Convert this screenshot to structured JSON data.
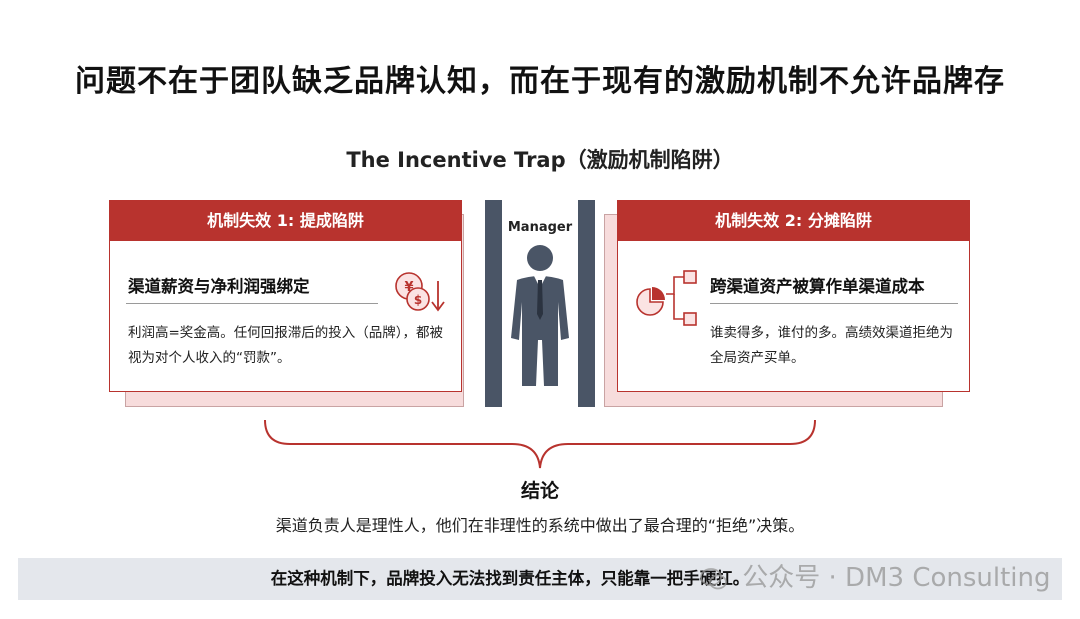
{
  "title": "问题不在于团队缺乏品牌认知，而在于现有的激励机制不允许品牌存",
  "diagram_title": "The Incentive Trap（激励机制陷阱）",
  "left_card": {
    "header": "机制失效 1: 提成陷阱",
    "subtitle": "渠道薪资与净利润强绑定",
    "body": "利润高=奖金高。任何回报滞后的投入（品牌），都被视为对个人收入的“罚款”。",
    "icon": "money-down-icon"
  },
  "right_card": {
    "header": "机制失效 2: 分摊陷阱",
    "subtitle": "跨渠道资产被算作单渠道成本",
    "body": "谁卖得多，谁付的多。高绩效渠道拒绝为全局资产买单。",
    "icon": "pie-split-icon"
  },
  "manager_label": "Manager",
  "conclusion": {
    "title": "结论",
    "text": "渠道负责人是理性人，他们在非理性的系统中做出了最合理的“拒绝”决策。"
  },
  "bottom_bar": {
    "text": "在这种机制下，品牌投入无法找到责任主体，只能靠一把手硬扛。"
  },
  "watermark": {
    "label": "公众号 · DM3 Consulting"
  },
  "colors": {
    "accent_red": "#b8332e",
    "pillar": "#4a5566",
    "shadow_pink": "#f7dcdc",
    "bar_gray": "#e4e7ec"
  }
}
